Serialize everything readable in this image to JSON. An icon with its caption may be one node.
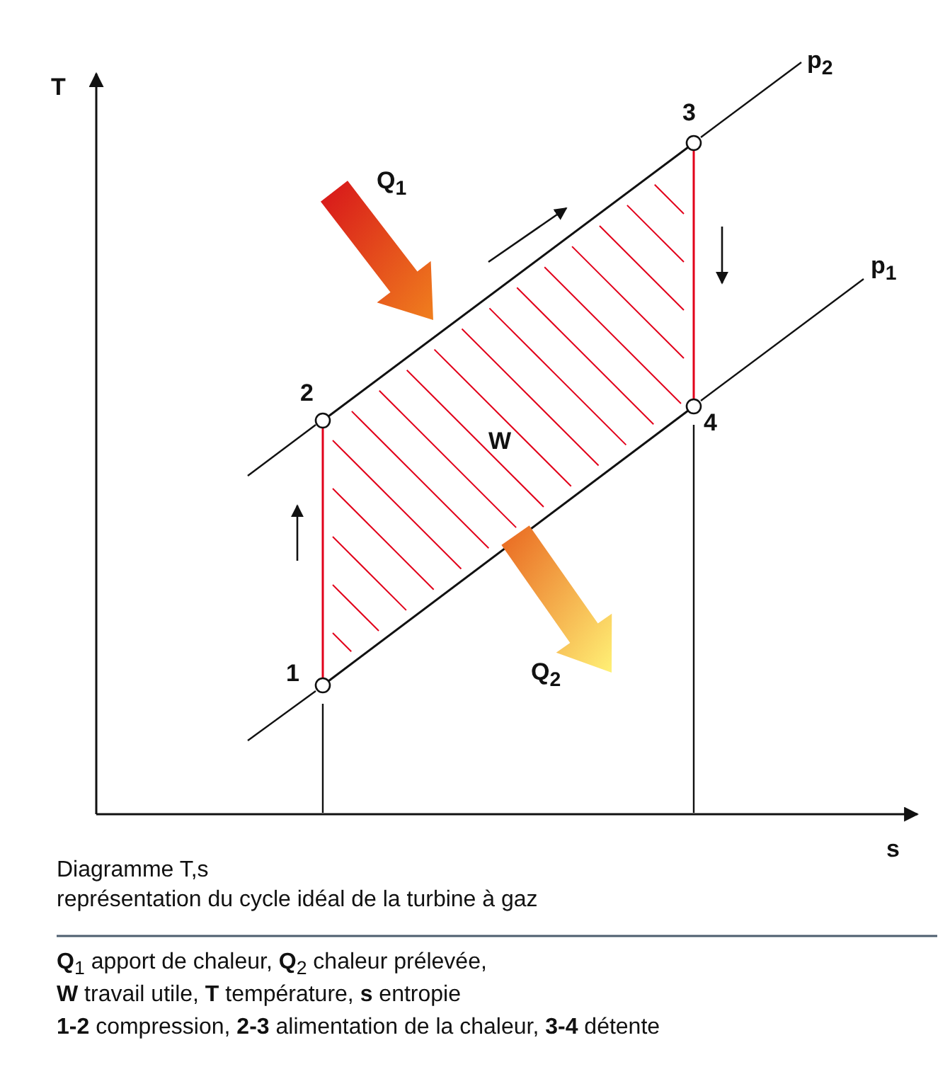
{
  "diagram": {
    "nodes": [
      {
        "text": [],
        "shape": "circle",
        "beside": [
          "1"
        ]
      },
      {
        "text": [],
        "shape": "circle",
        "beside": [
          "2"
        ]
      },
      {
        "text": [],
        "shape": "circle",
        "beside": [
          "3"
        ]
      },
      {
        "text": [],
        "shape": "circle",
        "beside": [
          "4"
        ]
      }
    ],
    "edges": [
      {
        "from": 0,
        "to": 1,
        "arrow": "none",
        "color": "#e2001a"
      },
      {
        "from": 1,
        "to": 2,
        "arrow": "none",
        "color": "#111111"
      },
      {
        "from": 2,
        "to": 3,
        "arrow": "none",
        "color": "#e2001a"
      },
      {
        "from": 3,
        "to": 0,
        "arrow": "none",
        "color": "#111111"
      }
    ],
    "labels": [
      "T",
      "p$_{2}$",
      "Q$_{1}$",
      "p$_{1}$",
      "W",
      "Q$_{2}$",
      "s",
      "Diagramme T,s",
      "représentation du cycle idéal de la turbine à gaz",
      "**Q**$_{1}$ apport de chaleur, **Q**$_{2}$ chaleur prélevée,",
      "**W** travail utile, **T** température, **s** entropie",
      "**1-2** compression, **2-3** alimentation de la chaleur, **3-4** détente"
    ]
  }
}
